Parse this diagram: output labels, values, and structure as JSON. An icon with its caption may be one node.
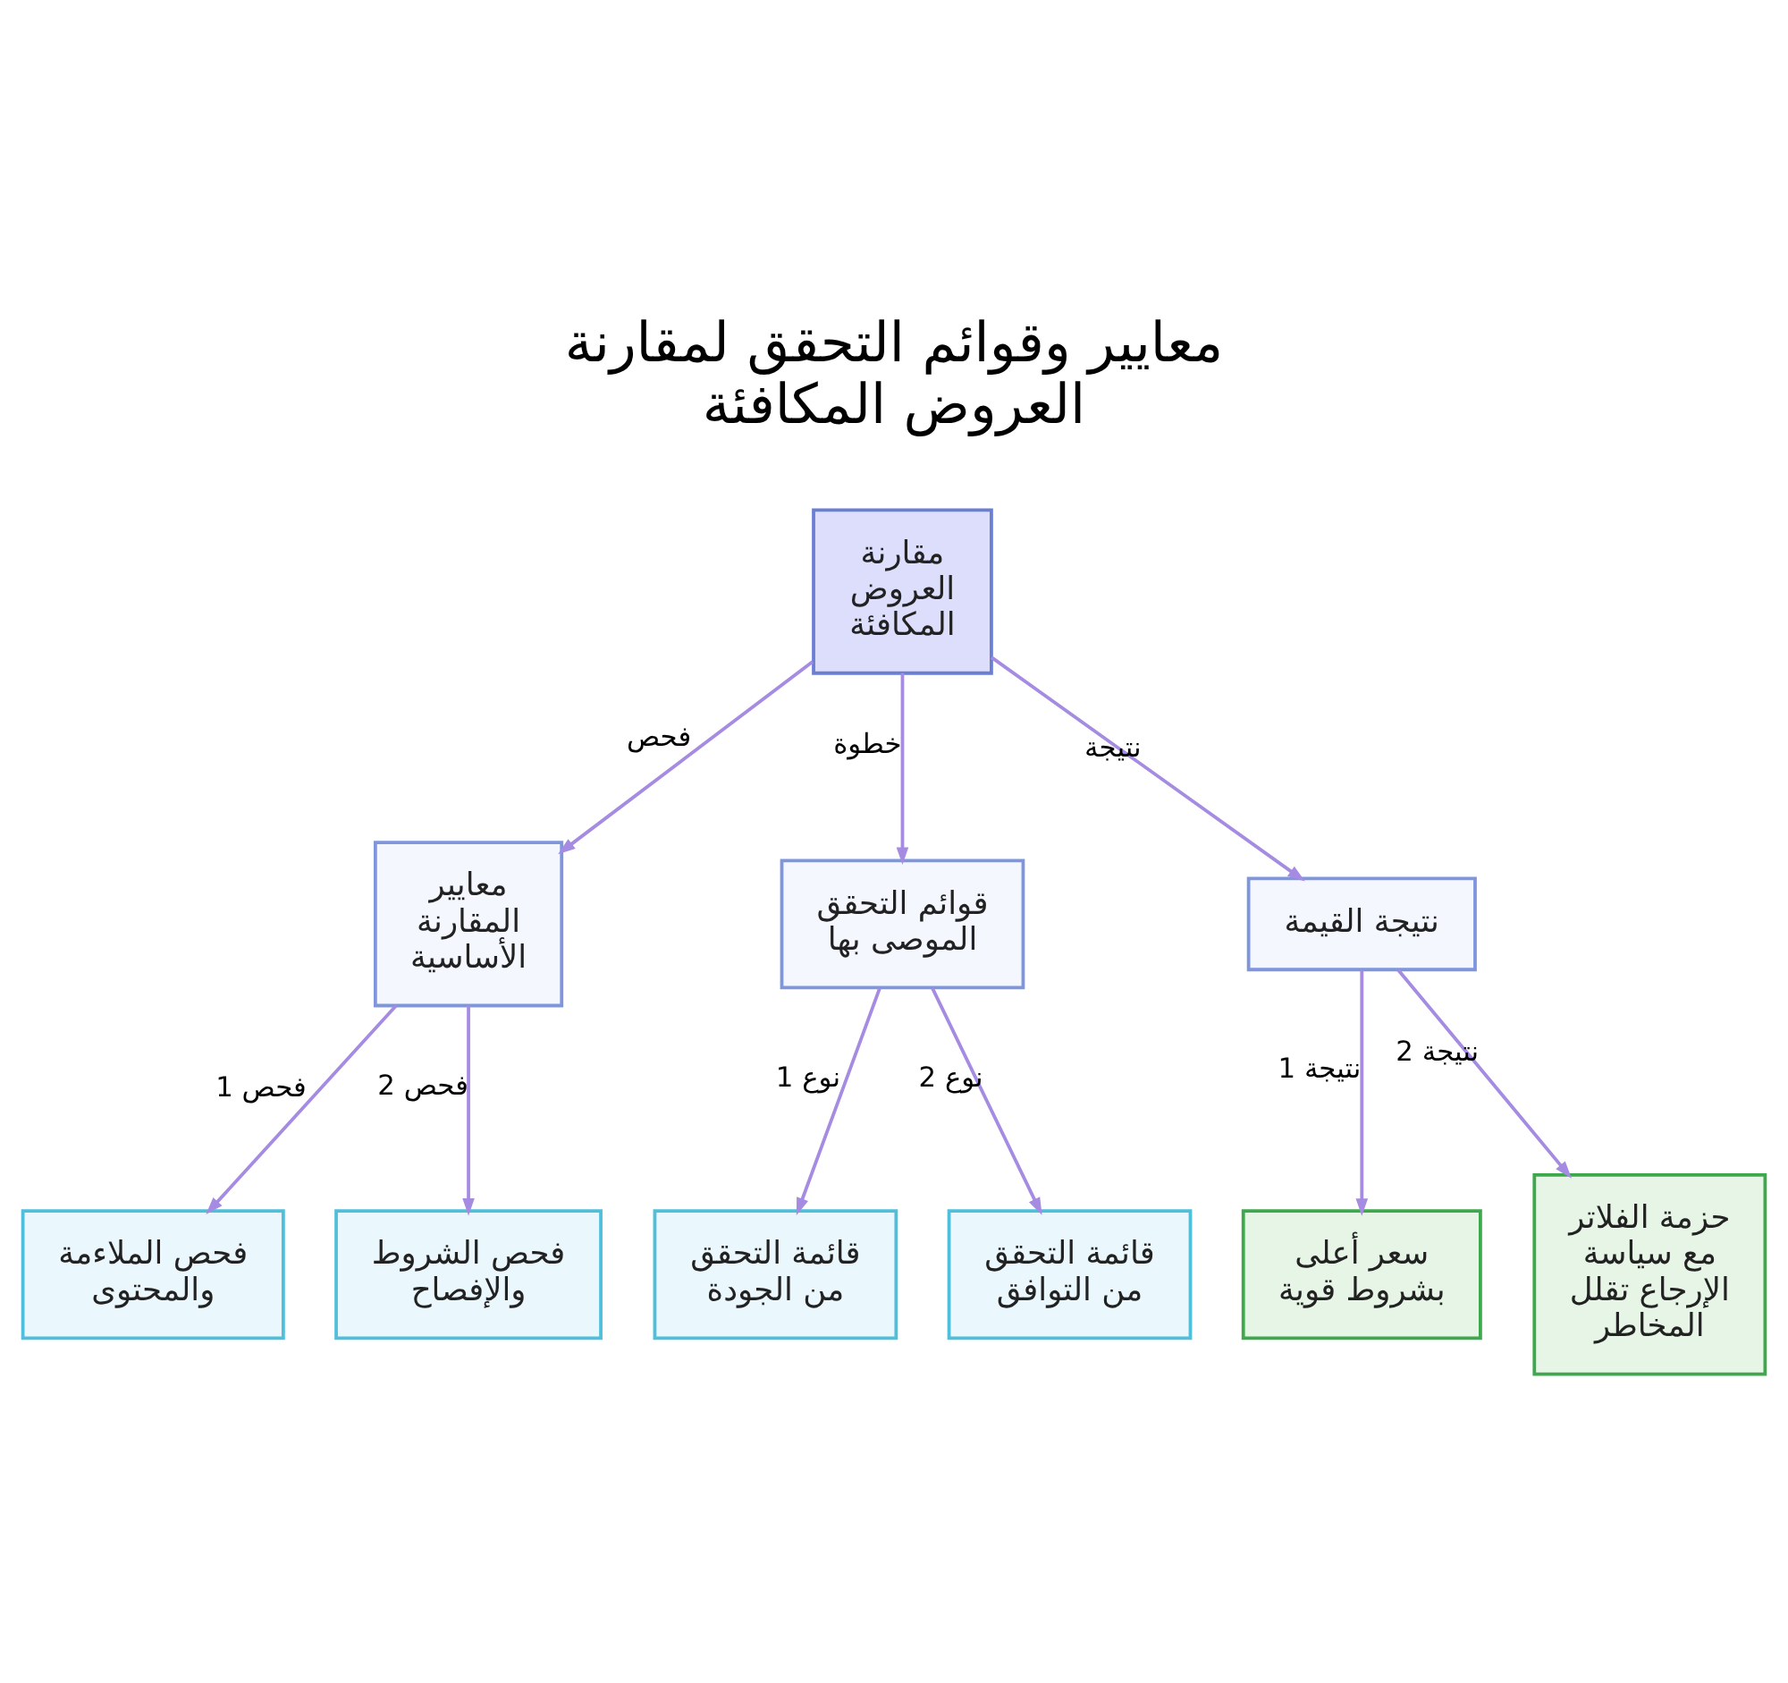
{
  "diagram": {
    "title": "معايير وقوائم التحقق لمقارنة العروض المكافئة",
    "nodes": [
      {
        "text": [
          "مقارنة العروض المكافئة"
        ]
      },
      {
        "text": [
          "معايير المقارنة الأساسية"
        ]
      },
      {
        "text": [
          "قوائم التحقق الموصى بها"
        ]
      },
      {
        "text": [
          "نتيجة القيمة"
        ]
      },
      {
        "text": [
          "فحص الملاءمة والمحتوى"
        ]
      },
      {
        "text": [
          "فحص الشروط والإفصاح"
        ]
      },
      {
        "text": [
          "قائمة التحقق من الجودة"
        ]
      },
      {
        "text": [
          "قائمة التحقق من التوافق"
        ]
      },
      {
        "text": [
          "سعر أعلى بشروط قوية"
        ]
      },
      {
        "text": [
          "حزمة الفلاتر مع سياسة الإرجاع تقلل المخاطر"
        ]
      }
    ],
    "edges": [
      {
        "from": 0,
        "to": 1,
        "arrow": "to",
        "label": "فحص"
      },
      {
        "from": 0,
        "to": 2,
        "arrow": "to",
        "label": "خطوة"
      },
      {
        "from": 0,
        "to": 3,
        "arrow": "to",
        "label": "نتيجة"
      },
      {
        "from": 1,
        "to": 4,
        "arrow": "to",
        "label": "فحص 1"
      },
      {
        "from": 1,
        "to": 5,
        "arrow": "to",
        "label": "فحص 2"
      },
      {
        "from": 2,
        "to": 6,
        "arrow": "to",
        "label": "نوع 1"
      },
      {
        "from": 2,
        "to": 7,
        "arrow": "to",
        "label": "نوع 2"
      },
      {
        "from": 3,
        "to": 8,
        "arrow": "to",
        "label": "نتيجة 1"
      },
      {
        "from": 3,
        "to": 9,
        "arrow": "to",
        "label": "نتيجة 2"
      }
    ]
  }
}
